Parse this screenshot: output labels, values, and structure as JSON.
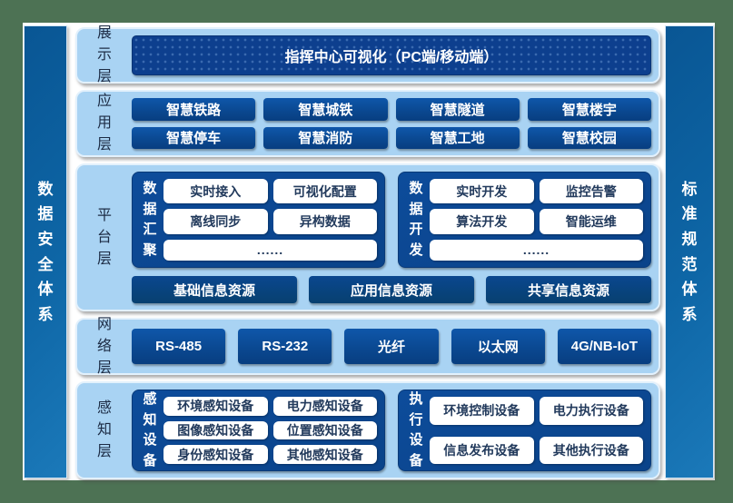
{
  "sidebars": {
    "left": "数据安全体系",
    "right": "标准规范体系"
  },
  "display": {
    "label": "展示层",
    "banner": "指挥中心可视化（PC端/移动端）"
  },
  "application": {
    "label": "应用层",
    "boxes": [
      "智慧铁路",
      "智慧城铁",
      "智慧隧道",
      "智慧楼宇",
      "智慧停车",
      "智慧消防",
      "智慧工地",
      "智慧校园"
    ]
  },
  "platform": {
    "label": "平台层",
    "gather": {
      "label": "数据汇聚",
      "items": [
        "实时接入",
        "可视化配置",
        "离线同步",
        "异构数据"
      ],
      "more": "......"
    },
    "develop": {
      "label": "数据开发",
      "items": [
        "实时开发",
        "监控告警",
        "算法开发",
        "智能运维"
      ],
      "more": "......"
    },
    "resources": [
      "基础信息资源",
      "应用信息资源",
      "共享信息资源"
    ]
  },
  "network": {
    "label": "网络层",
    "boxes": [
      "RS-485",
      "RS-232",
      "光纤",
      "以太网",
      "4G/NB-IoT"
    ]
  },
  "perception": {
    "label": "感知层",
    "sense": {
      "label": "感知设备",
      "items": [
        "环境感知设备",
        "电力感知设备",
        "图像感知设备",
        "位置感知设备",
        "身份感知设备",
        "其他感知设备"
      ]
    },
    "act": {
      "label": "执行设备",
      "items": [
        "环境控制设备",
        "电力执行设备",
        "信息发布设备",
        "其他执行设备"
      ]
    }
  },
  "colors": {
    "frame_green": "#4d7254",
    "panel_light_blue": "#a9d3f3",
    "box_blue": "#0a478f",
    "banner_navy": "#0d3f8e",
    "pillar_blue": "#0e66a6",
    "white_box_text": "#223a5c"
  }
}
